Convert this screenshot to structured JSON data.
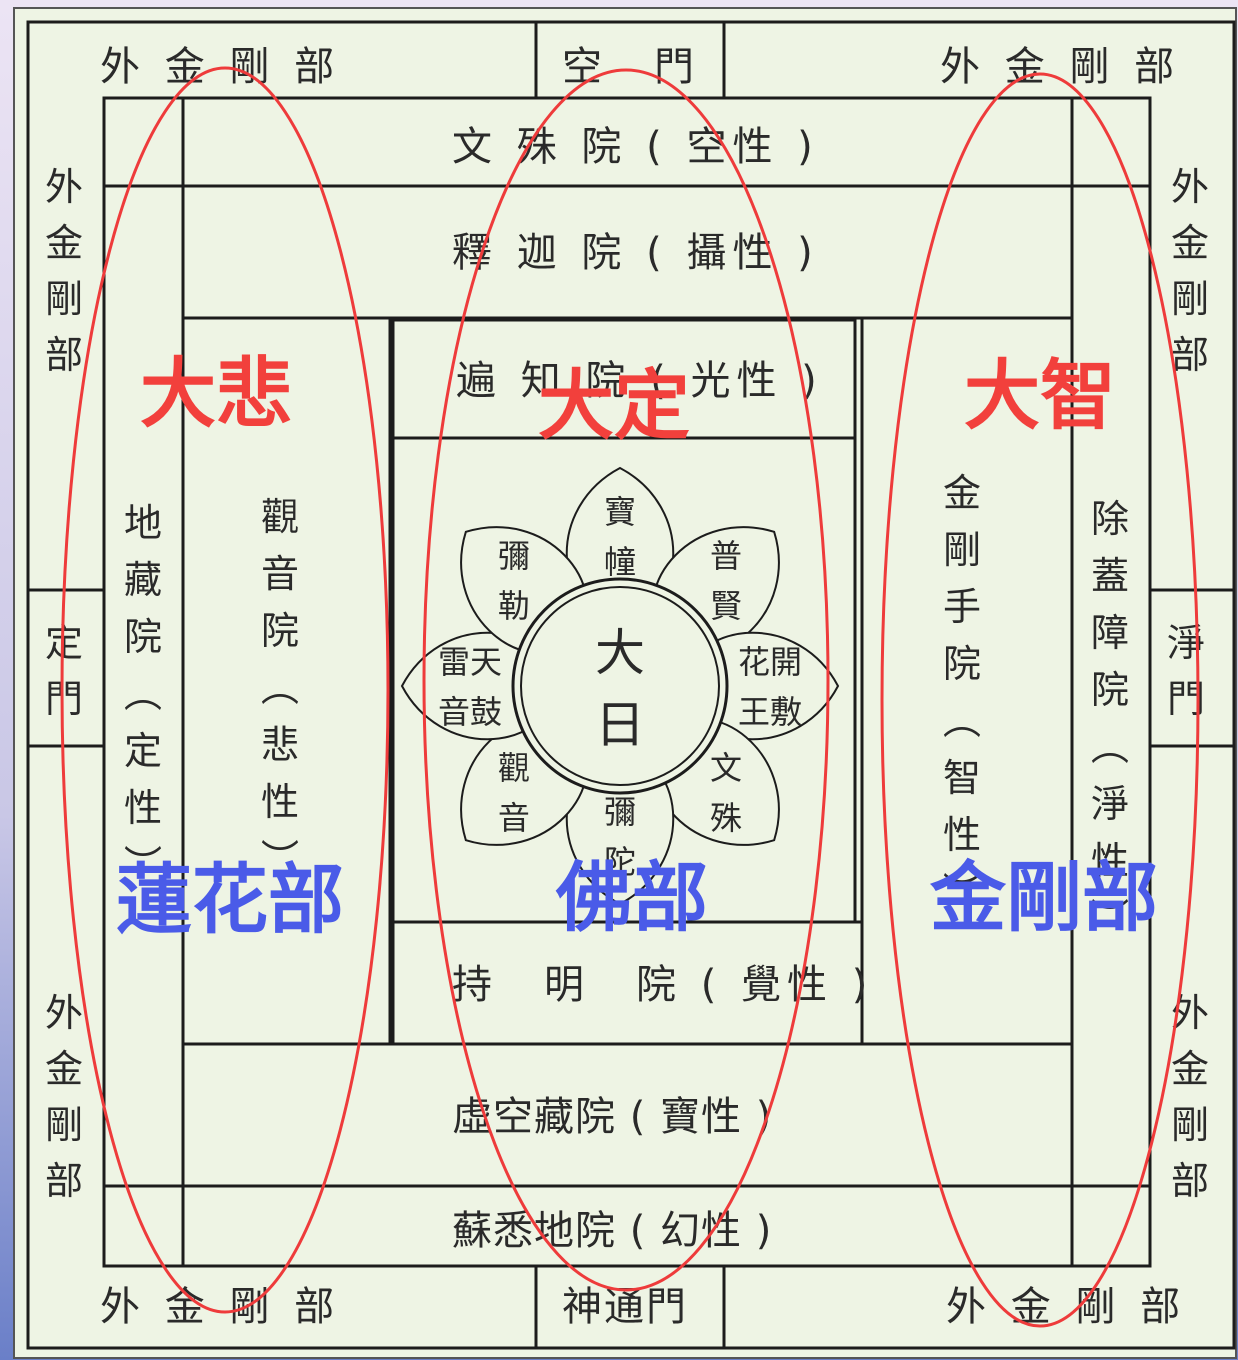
{
  "outer": {
    "top_left": "外 金 剛 部",
    "top_right": "外 金 剛 部",
    "bottom_left": "外 金 剛 部",
    "bottom_right": "外 金 剛 部",
    "left_upper": [
      "外",
      "金",
      "剛",
      "部"
    ],
    "left_lower": [
      "外",
      "金",
      "剛",
      "部"
    ],
    "right_upper": [
      "外",
      "金",
      "剛",
      "部"
    ],
    "right_lower": [
      "外",
      "金",
      "剛",
      "部"
    ]
  },
  "gates": {
    "top": "空　門",
    "bottom": "神通門",
    "left": [
      "定",
      "門"
    ],
    "right": [
      "淨",
      "門"
    ]
  },
  "courts": {
    "monju": "文 殊 院 ( 空性 )",
    "shaka": "釋 迦 院 ( 攝性 )",
    "henchi": "遍 知 院 ( 光性 )",
    "jimyo": "持　明　院 ( 覺性 )",
    "kokuzo": "虛空藏院 ( 寶性 )",
    "soshitsuji": "蘇悉地院 ( 幻性 )",
    "jizo": [
      "地",
      "藏",
      "院",
      "︵",
      "定",
      "性",
      "︶"
    ],
    "kannon": [
      "觀",
      "音",
      "院",
      "︵",
      "悲",
      "性",
      "︶"
    ],
    "kongoshu": [
      "金",
      "剛",
      "手",
      "院",
      "︵",
      "智",
      "性",
      "︶"
    ],
    "jogaisho": [
      "除",
      "蓋",
      "障",
      "院",
      "︵",
      "淨",
      "性",
      "︶"
    ]
  },
  "lotus": {
    "center": [
      "大",
      "日"
    ],
    "petals": [
      [
        "寶",
        "幢"
      ],
      [
        "普",
        "賢"
      ],
      [
        "花開",
        "王敷"
      ],
      [
        "文",
        "殊"
      ],
      [
        "彌",
        "陀"
      ],
      [
        "觀",
        "音"
      ],
      [
        "雷天",
        "音鼓"
      ],
      [
        "彌",
        "勒"
      ]
    ]
  },
  "overlay": {
    "red": [
      "大悲",
      "大定",
      "大智"
    ],
    "blue": [
      "蓮花部",
      "佛部",
      "金剛部"
    ]
  },
  "colors": {
    "frame": "#1c1c1c",
    "fill": "#eef4e4",
    "ellipse": "#ee3b3b",
    "red_text": "#f2403c",
    "blue_text": "#4a5be8"
  }
}
